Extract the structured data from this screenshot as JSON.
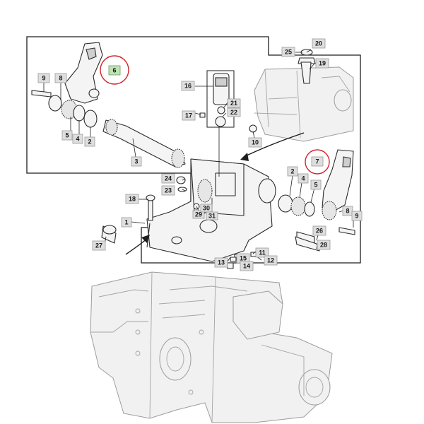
{
  "diagram": {
    "highlight_color": "#d1242b",
    "highlighted_callouts": [
      "6",
      "7"
    ],
    "callouts": {
      "c1": "1",
      "c2a": "2",
      "c2b": "2",
      "c3": "3",
      "c4a": "4",
      "c4b": "4",
      "c5a": "5",
      "c5b": "5",
      "c6": "6",
      "c7": "7",
      "c8a": "8",
      "c8b": "8",
      "c9a": "9",
      "c9b": "9",
      "c10": "10",
      "c11": "11",
      "c12": "12",
      "c13": "13",
      "c14": "14",
      "c15": "15",
      "c16": "16",
      "c17": "17",
      "c18": "18",
      "c19": "19",
      "c20": "20",
      "c21": "21",
      "c22": "22",
      "c23": "23",
      "c24": "24",
      "c25": "25",
      "c26": "26",
      "c27": "27",
      "c28": "28",
      "c29": "29",
      "c30": "30",
      "c31": "31"
    }
  }
}
